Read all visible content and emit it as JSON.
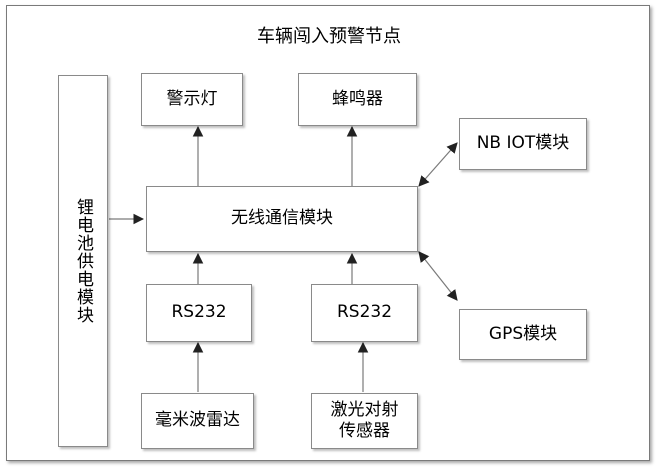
{
  "title": "车辆闯入预警节点",
  "nodes": {
    "warning_light": "警示灯",
    "buzzer": "蜂鸣器",
    "nbiot": "NB IOT模块",
    "wireless": "无线通信模块",
    "battery": "锂电池供电模块",
    "rs232_left": "RS232",
    "rs232_right": "RS232",
    "gps": "GPS模块",
    "radar": "毫米波雷达",
    "laser_line1": "激光对射",
    "laser_line2": "传感器"
  },
  "colors": {
    "border": "#8a8a8a",
    "arrow_line": "#7a7a7a",
    "arrow_head": "#222222"
  }
}
